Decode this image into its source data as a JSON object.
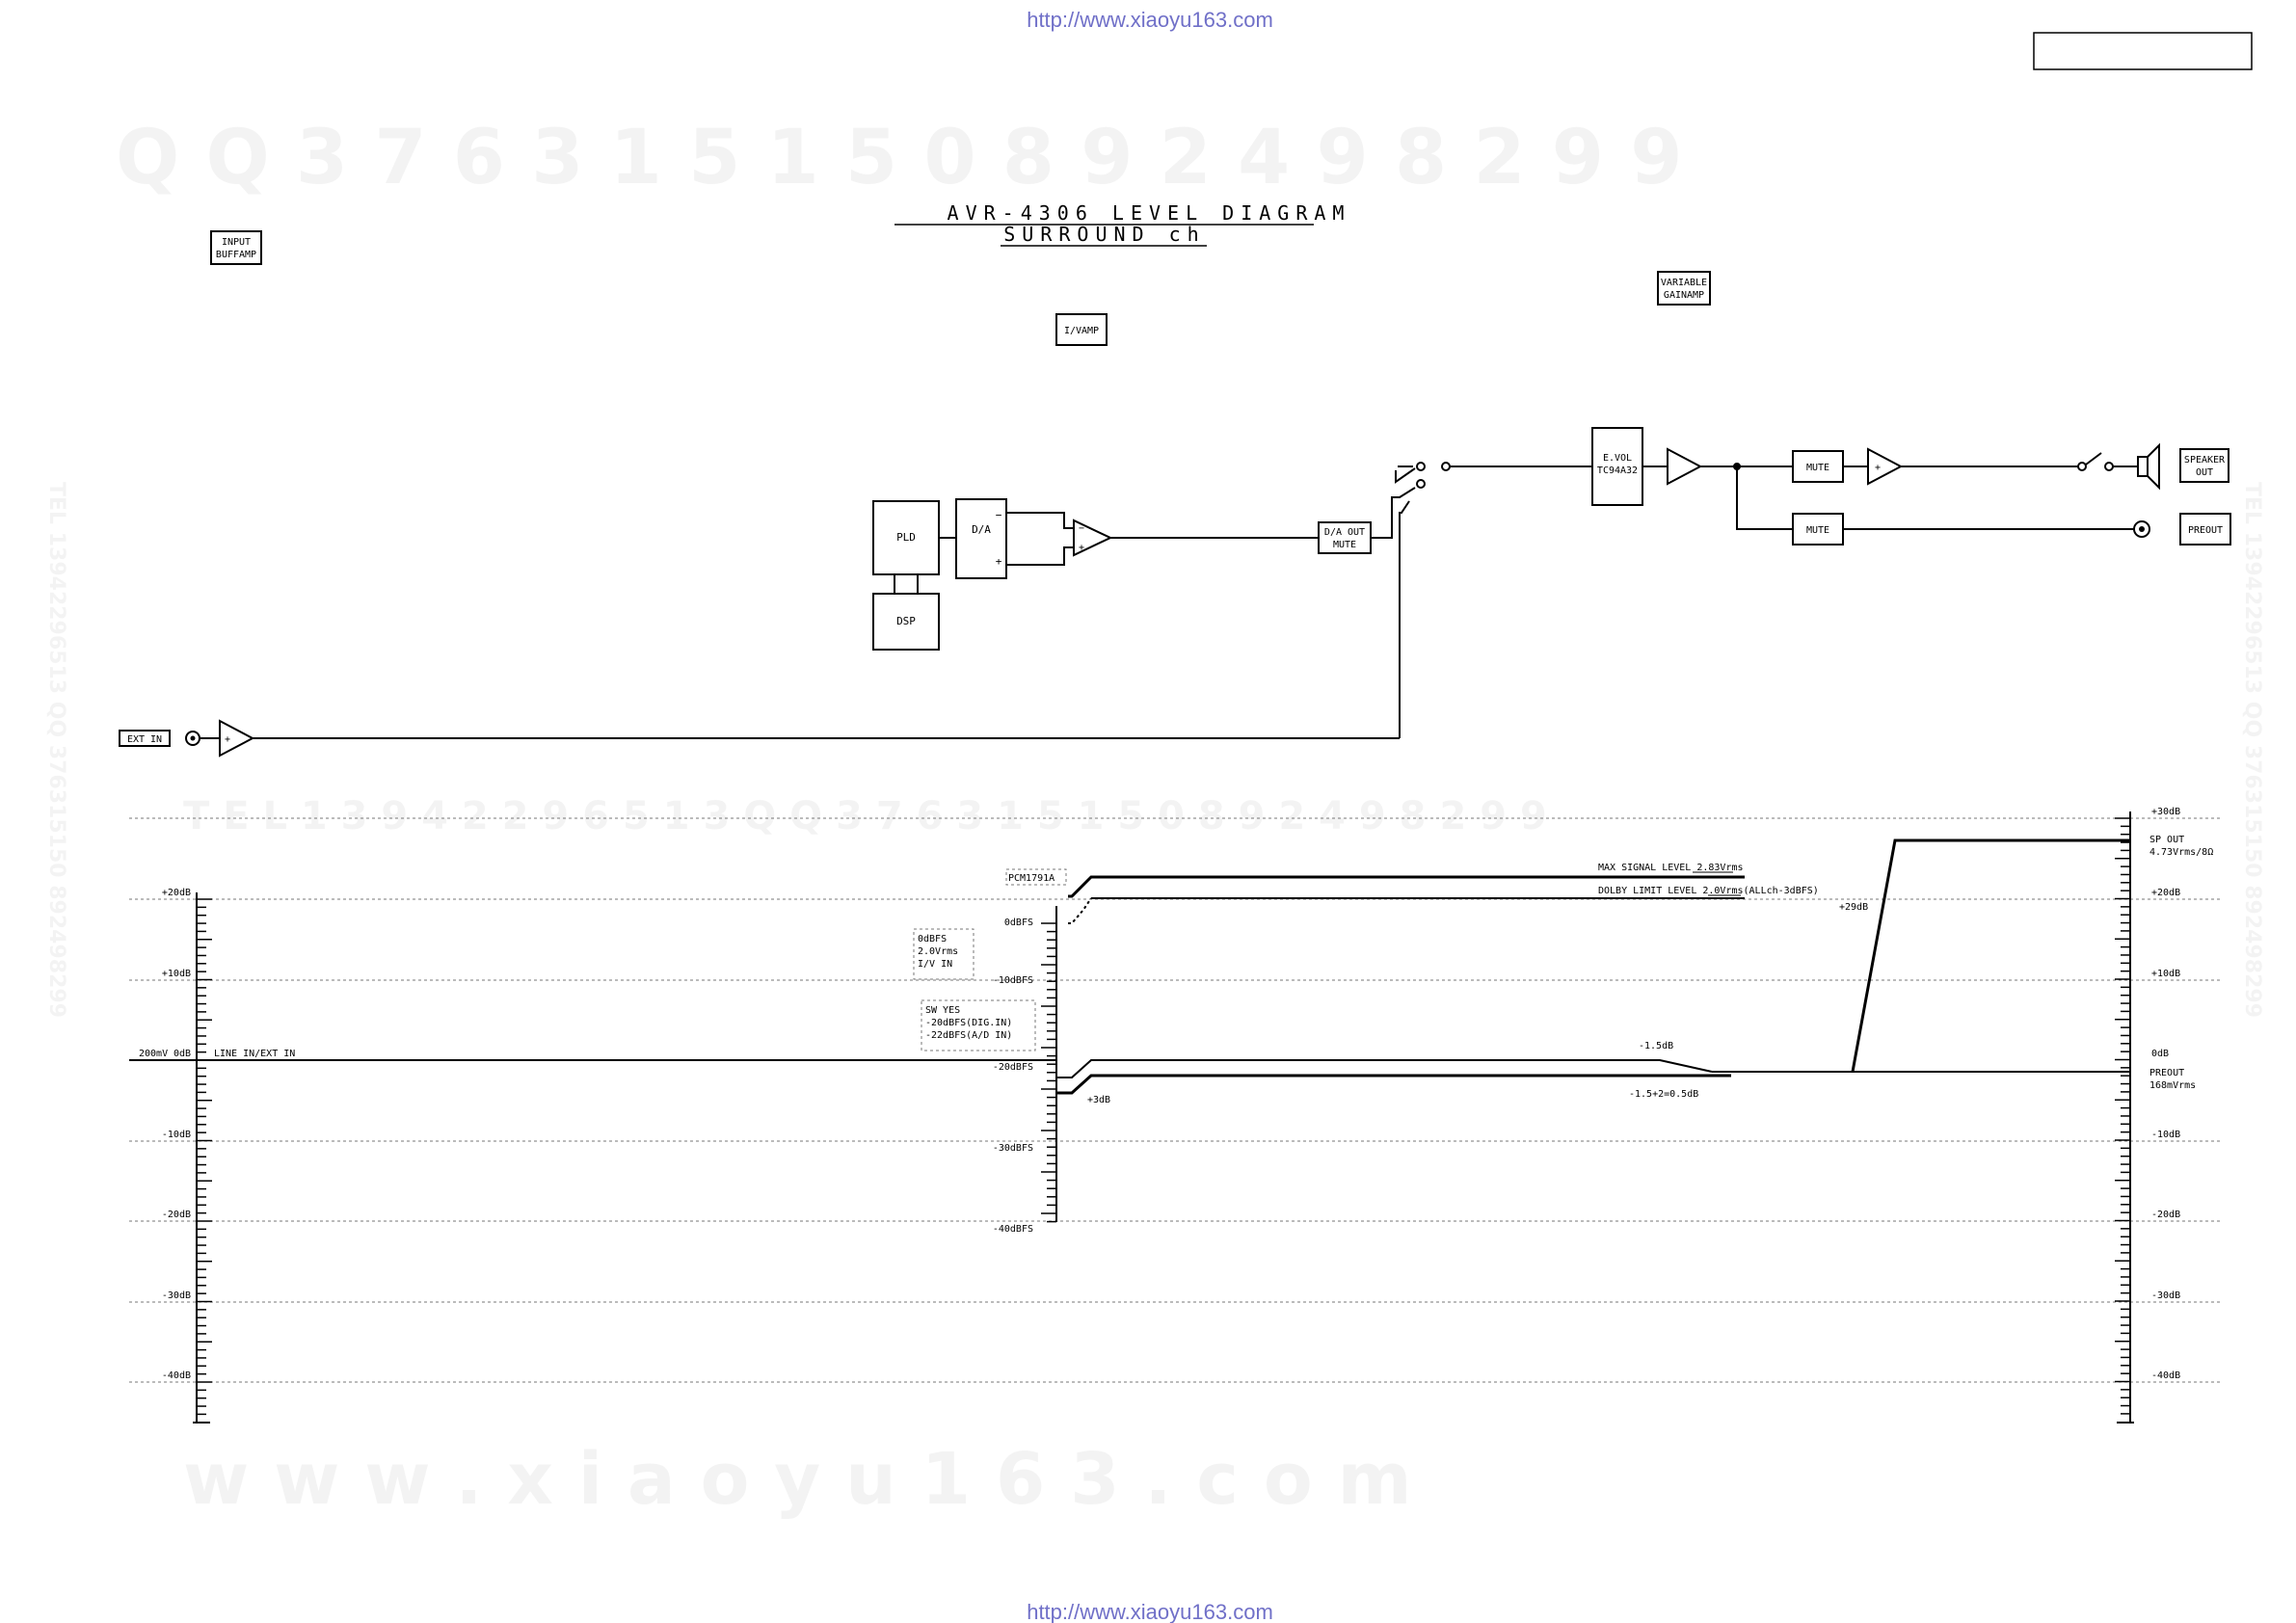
{
  "header": {
    "url_top": "http://www.xiaoyu163.com",
    "url_bottom": "http://www.xiaoyu163.com",
    "title": "AVR-4306 LEVEL DIAGRAM",
    "subtitle": "SURROUND ch"
  },
  "watermarks": {
    "qq_line": "Q Q   3 7 6 3 1 5 1 5 0       8 9 2 4 9 8 2 9 9",
    "tel_line": "T E L   1 3 9 4 2 2 9 6 5 1 3     Q Q   3 7 6 3 1 5 1 5 0   8 9 2 4 9 8 2 9 9",
    "web_line": "w w w . x i a o y u 1 6 3 . c o m",
    "side_left": "TEL 13942296513 QQ 376315150 892498299",
    "side_right": "TEL 13942296513 QQ 376315150 892498299"
  },
  "blocks": {
    "input_buffamp_1": "INPUT",
    "input_buffamp_2": "BUFFAMP",
    "ivamp": "I/VAMP",
    "variable_gainamp_1": "VARIABLE",
    "variable_gainamp_2": "GAINAMP",
    "pld": "PLD",
    "dsp": "DSP",
    "da": "D/A",
    "da_minus": "−",
    "da_plus": "+",
    "opamp_minus": "−",
    "opamp_plus": "+",
    "da_out_mute_1": "D/A OUT",
    "da_out_mute_2": "MUTE",
    "evol_1": "E.VOL",
    "evol_2": "TC94A32",
    "mute_1": "MUTE",
    "mute_2": "MUTE",
    "amp_plus": "+",
    "speaker_out_1": "SPEAKER",
    "speaker_out_2": "OUT",
    "preout": "PREOUT",
    "ext_in": "EXT IN",
    "ext_plus": "+"
  },
  "level_chart": {
    "left_scale": [
      "+20dB",
      "+10dB",
      "0dB",
      "-10dB",
      "-20dB",
      "-30dB",
      "-40dB"
    ],
    "left_ref": "200mV",
    "line_in_label": "LINE IN/EXT IN",
    "dbfs_scale": [
      "0dBFS",
      "-10dBFS",
      "-20dBFS",
      "-30dBFS",
      "-40dBFS"
    ],
    "right_scale": [
      "+30dB",
      "+20dB",
      "+10dB",
      "0dB",
      "-10dB",
      "-20dB",
      "-30dB",
      "-40dB"
    ],
    "pcm_label": "PCM1791A",
    "note1": [
      "0dBFS",
      "2.0Vrms",
      "I/V IN"
    ],
    "note2": [
      "SW YES",
      "-20dBFS(DIG.IN)",
      "-22dBFS(A/D IN)"
    ],
    "max_signal": "MAX SIGNAL LEVEL 2.83Vrms",
    "dolby_limit": "DOLBY LIMIT LEVEL 2.0Vrms(ALLch-3dBFS)",
    "plus3": "+3dB",
    "minus15": "-1.5dB",
    "minus15_plus2": "-1.5+2=0.5dB",
    "plus29": "+29dB",
    "sp_out": [
      "SP OUT",
      "4.73Vrms/8Ω"
    ],
    "preout_level": [
      "PREOUT",
      "168mVrms"
    ]
  },
  "colors": {
    "ink": "#000000",
    "grid": "#777777",
    "url": "#7070c8"
  }
}
